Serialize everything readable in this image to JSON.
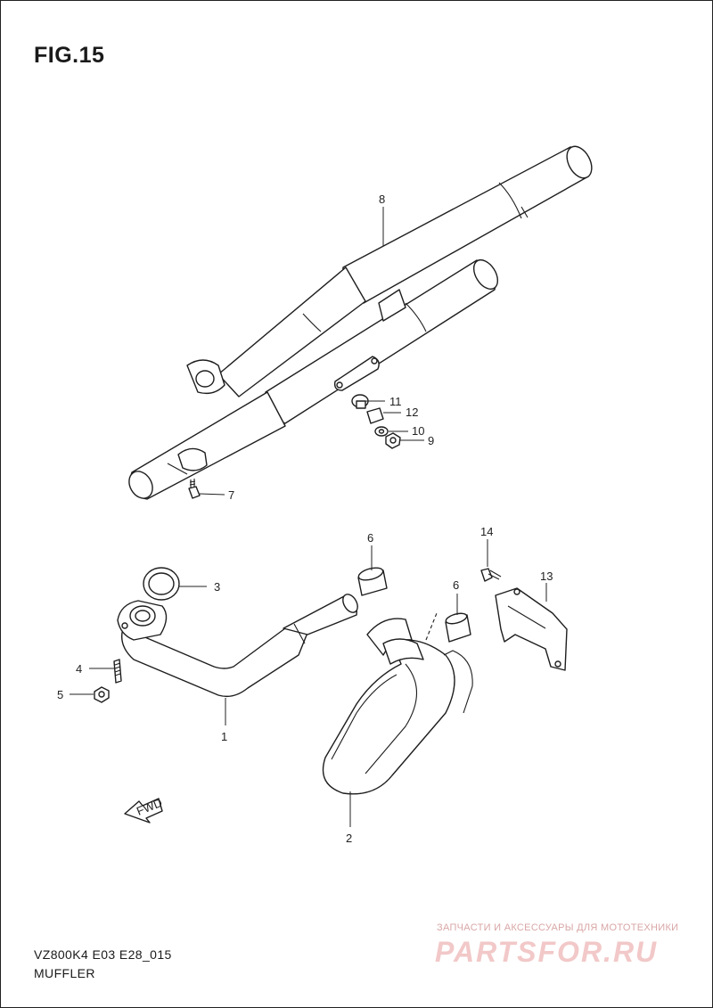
{
  "figure": {
    "title": "FIG.15",
    "model_code": "VZ800K4 E03 E28_015",
    "caption": "MUFFLER"
  },
  "callouts": [
    "8",
    "11",
    "12",
    "10",
    "9",
    "7",
    "6",
    "14",
    "13",
    "3",
    "6",
    "4",
    "5",
    "1",
    "2"
  ],
  "fwd_label": "FWD",
  "watermark": {
    "text": "ЗАПЧАСТИ И АКСЕССУАРЫ ДЛЯ МОТОТЕХНИКИ",
    "logo": "PARTSFOR.RU"
  }
}
